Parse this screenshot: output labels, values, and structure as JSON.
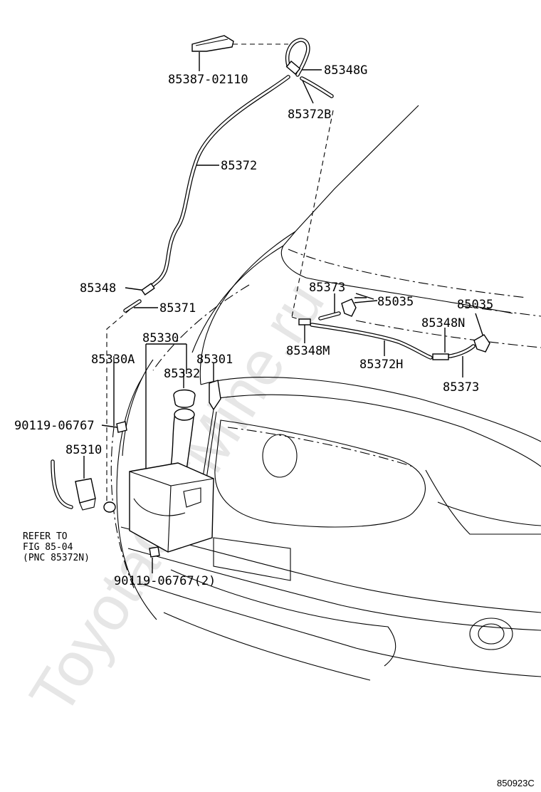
{
  "diagram": {
    "labels": {
      "p85387": "85387-02110",
      "p85348g": "85348G",
      "p85372b": "85372B",
      "p85372": "85372",
      "p85348": "85348",
      "p85371": "85371",
      "p85330": "85330",
      "p85330a": "85330A",
      "p85301": "85301",
      "p85332": "85332",
      "p90119a": "90119-06767",
      "p85310": "85310",
      "p90119b": "90119-06767(2)",
      "p85373a": "85373",
      "p85035a": "85035",
      "p85035b": "85035",
      "p85348n": "85348N",
      "p85348m": "85348M",
      "p85372h": "85372H",
      "p85373b": "85373"
    },
    "refer_note": {
      "line1": "REFER TO",
      "line2": "FIG 85-04",
      "line3": "(PNC 85372N)"
    },
    "figure_code": "850923C",
    "watermark": "ToyotaCarMine.ru"
  }
}
